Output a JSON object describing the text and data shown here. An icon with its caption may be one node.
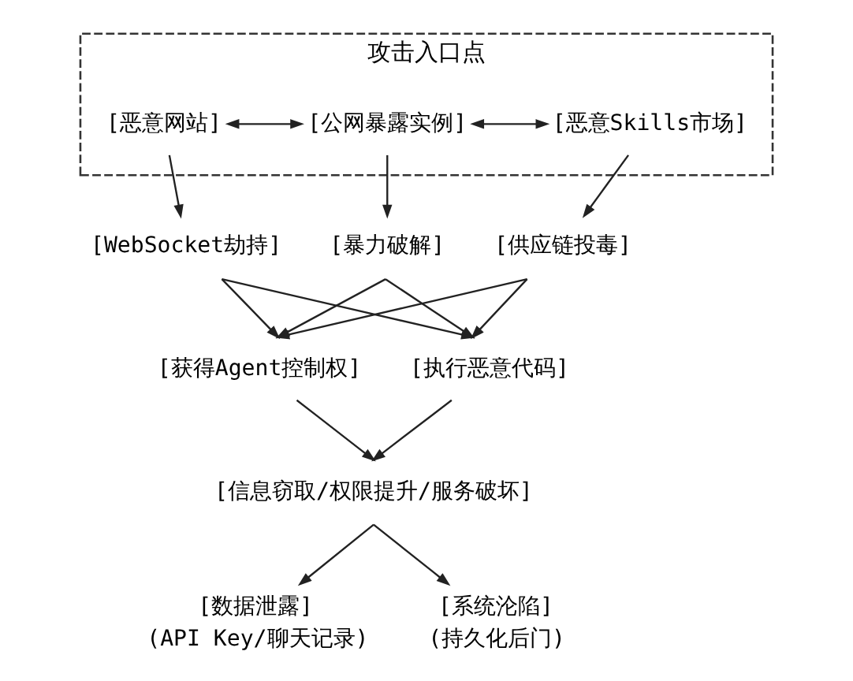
{
  "diagram": {
    "nodes": [
      {
        "text": [
          "攻击入口点"
        ]
      },
      {
        "text": [
          "[恶意网站]"
        ],
        "in": 0
      },
      {
        "text": [
          "[公网暴露实例]"
        ],
        "in": 0
      },
      {
        "text": [
          "[恶意Skills市场]"
        ],
        "in": 0
      },
      {
        "text": [
          "[WebSocket劫持]"
        ]
      },
      {
        "text": [
          "[暴力破解]"
        ]
      },
      {
        "text": [
          "[供应链投毒]"
        ]
      },
      {
        "text": [
          "[获得Agent控制权]"
        ]
      },
      {
        "text": [
          "[执行恶意代码]"
        ]
      },
      {
        "text": [
          "[信息窃取/权限提升/服务破坏]"
        ]
      },
      {
        "text": [
          "[数据泄露]"
        ],
        "beside": [
          "(API Key/聊天记录)"
        ]
      },
      {
        "text": [
          "[系统沦陷]"
        ],
        "beside": [
          "(持久化后门)"
        ]
      }
    ],
    "edges": [
      {
        "from": 1,
        "to": 2,
        "arrow": "both"
      },
      {
        "from": 2,
        "to": 3,
        "arrow": "both"
      },
      {
        "from": 1,
        "to": 4,
        "arrow": "to"
      },
      {
        "from": 2,
        "to": 5,
        "arrow": "to"
      },
      {
        "from": 3,
        "to": 6,
        "arrow": "to"
      },
      {
        "from": 4,
        "to": 7,
        "arrow": "to"
      },
      {
        "from": 4,
        "to": 8,
        "arrow": "to"
      },
      {
        "from": 5,
        "to": 7,
        "arrow": "to"
      },
      {
        "from": 5,
        "to": 8,
        "arrow": "to"
      },
      {
        "from": 6,
        "to": 7,
        "arrow": "to"
      },
      {
        "from": 6,
        "to": 8,
        "arrow": "to"
      },
      {
        "from": 7,
        "to": 9,
        "arrow": "to"
      },
      {
        "from": 8,
        "to": 9,
        "arrow": "to"
      },
      {
        "from": 9,
        "to": 10,
        "arrow": "to"
      },
      {
        "from": 9,
        "to": 11,
        "arrow": "to"
      }
    ]
  }
}
